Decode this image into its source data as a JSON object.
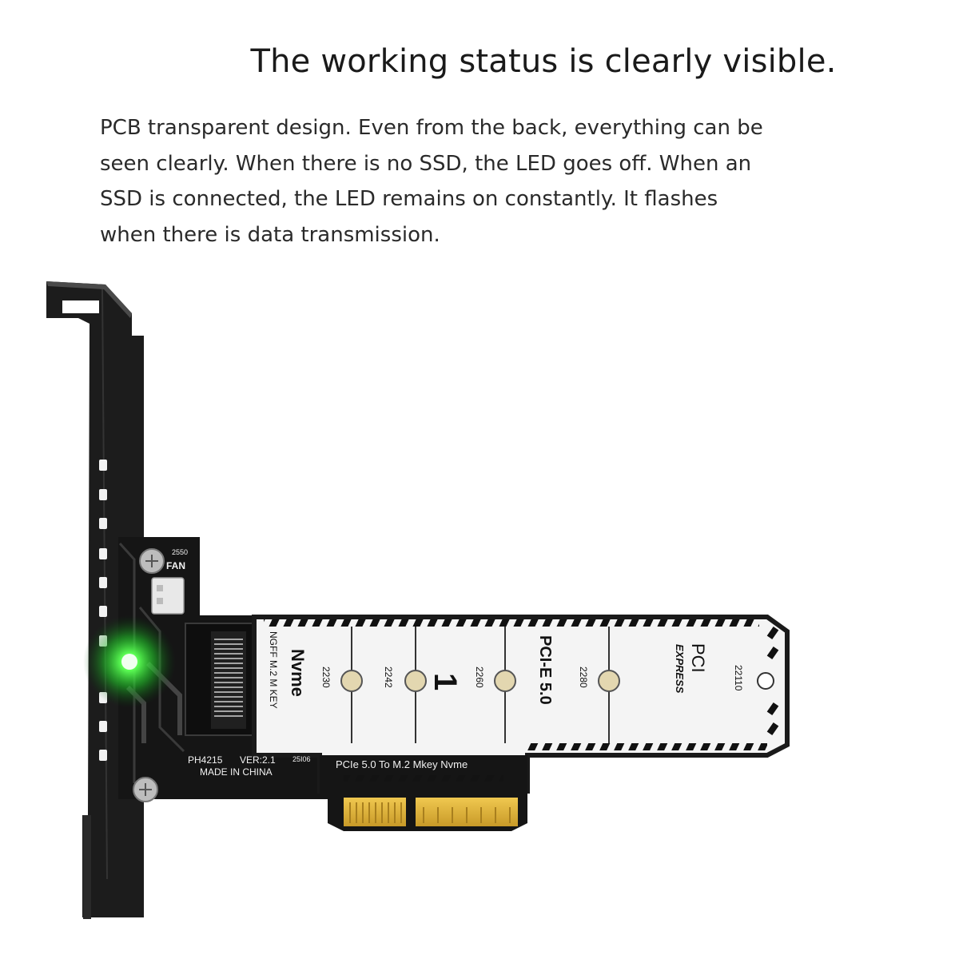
{
  "headline": "The working status is clearly visible.",
  "description": [
    "PCB transparent design. Even from the back, everything can be",
    "seen clearly. When there is no SSD, the LED goes off. When an",
    "SSD is connected, the LED remains on constantly. It flashes",
    "when there is data transmission."
  ],
  "board": {
    "model": "PH4215",
    "version": "VER:2.1",
    "date": "25I06",
    "origin": "MADE IN CHINA",
    "product_line": "PCIe 5.0 To M.2 Mkey Nvme",
    "fan_size": "2550",
    "fan_label": "FAN",
    "nvme": "Nvme",
    "ngff": "NGFF M.2 M KEY",
    "pcie": "PCI-E 5.0",
    "pci_logo": "PCI",
    "express": "EXPRESS",
    "slot_number": "1",
    "sizes": [
      "2230",
      "2242",
      "2260",
      "2280",
      "22110"
    ]
  },
  "colors": {
    "led": "#36ff3a",
    "pcb_white": "#f4f4f4",
    "bracket": "#1a1a1a",
    "gold": "#e2b33a"
  }
}
